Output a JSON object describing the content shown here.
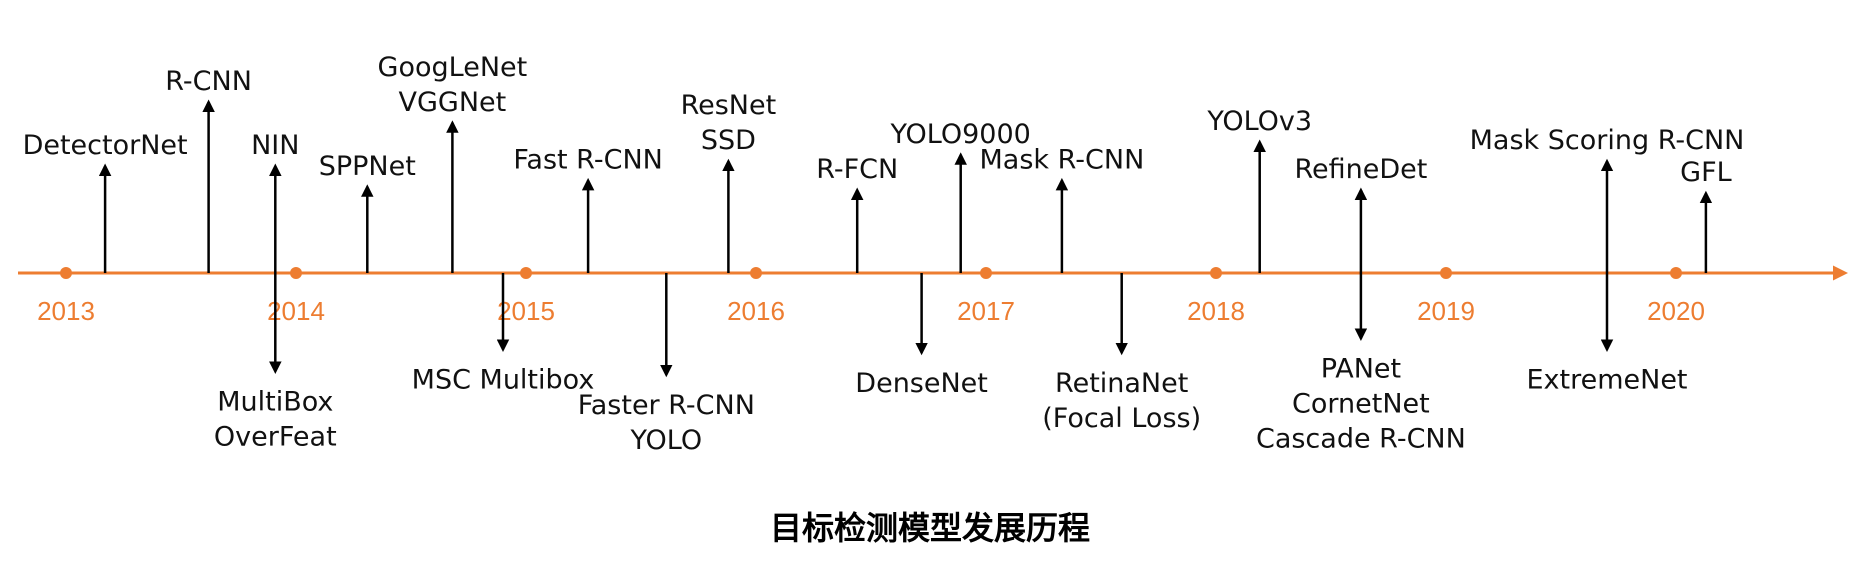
{
  "title": "目标检测模型发展历程",
  "colors": {
    "timeline": "#ED7D31",
    "arrow": "#000000",
    "text": "#111111"
  },
  "timeline": {
    "years": [
      "2013",
      "2014",
      "2015",
      "2016",
      "2017",
      "2018",
      "2019",
      "2020"
    ]
  },
  "events": [
    {
      "id": "detectornet",
      "year": 2013.17,
      "dir": "up",
      "level": 0.45,
      "lines": [
        "DetectorNet"
      ]
    },
    {
      "id": "rcnn",
      "year": 2013.62,
      "dir": "up",
      "level": 0.85,
      "lines": [
        "R-CNN"
      ]
    },
    {
      "id": "nin",
      "year": 2013.91,
      "dir": "up",
      "level": 0.45,
      "lines": [
        "NIN"
      ]
    },
    {
      "id": "multibox",
      "year": 2013.91,
      "dir": "down",
      "level": 0.55,
      "lines": [
        "MultiBox",
        "OverFeat"
      ]
    },
    {
      "id": "sppnet",
      "year": 2014.31,
      "dir": "up",
      "level": 0.32,
      "lines": [
        "SPPNet"
      ]
    },
    {
      "id": "googlenet",
      "year": 2014.68,
      "dir": "up",
      "level": 0.72,
      "lines": [
        "GoogLeNet",
        "VGGNet"
      ]
    },
    {
      "id": "msc",
      "year": 2014.9,
      "dir": "down",
      "level": 0.35,
      "lines": [
        "MSC Multibox"
      ]
    },
    {
      "id": "fastrcnn",
      "year": 2015.27,
      "dir": "up",
      "level": 0.36,
      "lines": [
        "Fast R-CNN"
      ]
    },
    {
      "id": "fasterrcnn",
      "year": 2015.61,
      "dir": "down",
      "level": 0.58,
      "lines": [
        "Faster R-CNN",
        "YOLO"
      ]
    },
    {
      "id": "resnet",
      "year": 2015.88,
      "dir": "up",
      "level": 0.48,
      "lines": [
        "ResNet",
        "SSD"
      ]
    },
    {
      "id": "rfcn",
      "year": 2016.44,
      "dir": "up",
      "level": 0.3,
      "lines": [
        "R-FCN"
      ]
    },
    {
      "id": "densenet",
      "year": 2016.72,
      "dir": "down",
      "level": 0.38,
      "lines": [
        "DenseNet"
      ]
    },
    {
      "id": "yolo9000",
      "year": 2016.89,
      "dir": "up",
      "level": 0.52,
      "lines": [
        "YOLO9000"
      ]
    },
    {
      "id": "maskrcnn",
      "year": 2017.33,
      "dir": "up",
      "level": 0.36,
      "lines": [
        "Mask R-CNN"
      ]
    },
    {
      "id": "retinanet",
      "year": 2017.59,
      "dir": "down",
      "level": 0.38,
      "lines": [
        "RetinaNet",
        "(Focal Loss)"
      ]
    },
    {
      "id": "yolov3",
      "year": 2018.19,
      "dir": "up",
      "level": 0.6,
      "lines": [
        "YOLOv3"
      ]
    },
    {
      "id": "refinedet",
      "year": 2018.63,
      "dir": "up",
      "level": 0.3,
      "lines": [
        "RefineDet"
      ]
    },
    {
      "id": "panet",
      "year": 2018.63,
      "dir": "down",
      "level": 0.25,
      "lines": [
        "PANet",
        "CornetNet",
        "Cascade R-CNN"
      ]
    },
    {
      "id": "maskscoring",
      "year": 2019.7,
      "dir": "up",
      "level": 0.48,
      "lines": [
        "Mask Scoring R-CNN"
      ]
    },
    {
      "id": "extremenet",
      "year": 2019.7,
      "dir": "down",
      "level": 0.35,
      "lines": [
        "ExtremeNet"
      ]
    },
    {
      "id": "gfl",
      "year": 2020.13,
      "dir": "up",
      "level": 0.28,
      "lines": [
        "GFL"
      ]
    }
  ]
}
